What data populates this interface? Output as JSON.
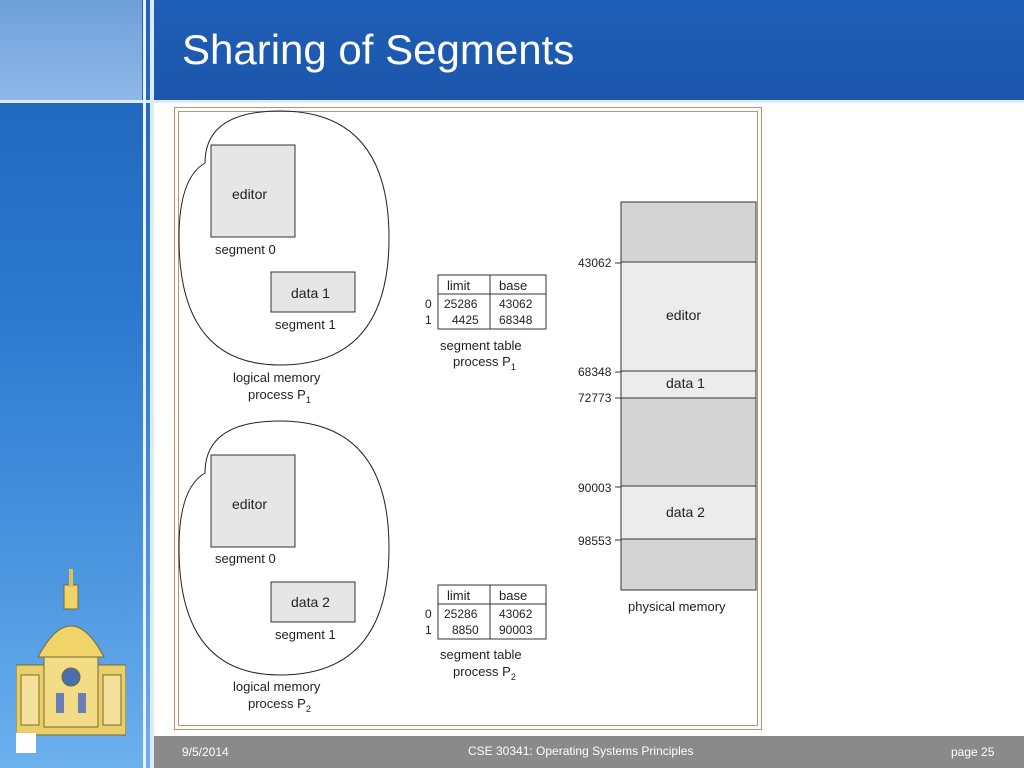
{
  "title": "Sharing of Segments",
  "footer": {
    "date": "9/5/2014",
    "course": "CSE 30341: Operating Systems Principles",
    "page": "page 25"
  },
  "figure": {
    "process1": {
      "editor": "editor",
      "segment0": "segment 0",
      "data": "data 1",
      "segment1": "segment 1",
      "caption_line1": "logical memory",
      "caption_line2": "process P",
      "sub": "1",
      "table": {
        "header_limit": "limit",
        "header_base": "base",
        "row0_index": "0",
        "row0_limit": "25286",
        "row0_base": "43062",
        "row1_index": "1",
        "row1_limit": "4425",
        "row1_base": "68348",
        "caption_line1": "segment table",
        "caption_line2": "process P",
        "sub": "1"
      }
    },
    "process2": {
      "editor": "editor",
      "segment0": "segment 0",
      "data": "data 2",
      "segment1": "segment 1",
      "caption_line1": "logical memory",
      "caption_line2": "process P",
      "sub": "2",
      "table": {
        "header_limit": "limit",
        "header_base": "base",
        "row0_index": "0",
        "row0_limit": "25286",
        "row0_base": "43062",
        "row1_index": "1",
        "row1_limit": "8850",
        "row1_base": "90003",
        "caption_line1": "segment table",
        "caption_line2": "process P",
        "sub": "2"
      }
    },
    "physical": {
      "addr_43062": "43062",
      "addr_68348": "68348",
      "addr_72773": "72773",
      "addr_90003": "90003",
      "addr_98553": "98553",
      "editor": "editor",
      "data1": "data 1",
      "data2": "data 2",
      "caption": "physical memory"
    }
  },
  "colors": {
    "title_bar": "#1b56ab",
    "box_fill": "#e6e6e6",
    "mem_dark": "#d4d4d4",
    "mem_light": "#ececec",
    "frame": "#c8906a"
  }
}
